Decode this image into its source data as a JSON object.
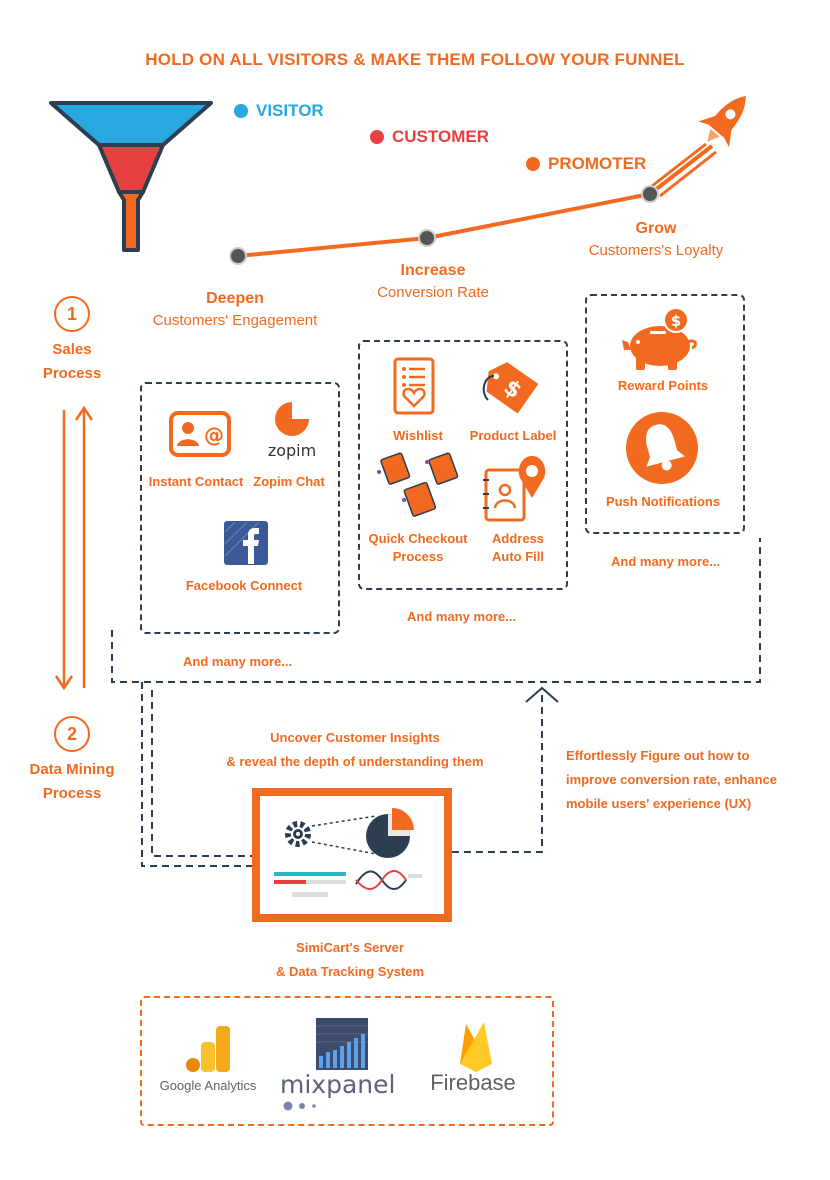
{
  "title": "HOLD ON ALL VISITORS & MAKE THEM FOLLOW YOUR FUNNEL",
  "legend": [
    {
      "label": "VISITOR",
      "color": "#29a8e0"
    },
    {
      "label": "CUSTOMER",
      "color": "#e64141"
    },
    {
      "label": "PROMOTER",
      "color": "#f26a1f"
    }
  ],
  "stages": {
    "deepen": {
      "heading": "Deepen",
      "sub": "Customers' Engagement"
    },
    "increase": {
      "heading": "Increase",
      "sub": "Conversion Rate"
    },
    "grow": {
      "heading": "Grow",
      "sub": "Customers's Loyalty"
    }
  },
  "process": {
    "sales": {
      "number": "1",
      "line1": "Sales",
      "line2": "Process"
    },
    "mining": {
      "number": "2",
      "line1": "Data Mining",
      "line2": "Process"
    }
  },
  "box1": {
    "items": {
      "instant_contact": "Instant Contact",
      "zopim_chat": "Zopim Chat",
      "facebook_connect": "Facebook Connect"
    },
    "zopim_logo": "zopim",
    "more": "And many more..."
  },
  "box2": {
    "items": {
      "wishlist": "Wishlist",
      "product_label": "Product Label",
      "quick_checkout_1": "Quick Checkout",
      "quick_checkout_2": "Process",
      "address_1": "Address",
      "address_2": "Auto Fill"
    },
    "more": "And many more..."
  },
  "box3": {
    "items": {
      "reward_points": "Reward Points",
      "push_notifications": "Push Notifications"
    },
    "more": "And many more..."
  },
  "insights": {
    "line1": "Uncover Customer Insights",
    "line2": "& reveal the depth of understanding them"
  },
  "figure_out": {
    "line1": "Effortlessly Figure out how to",
    "line2": "improve conversion rate, enhance",
    "line3": "mobile users' experience (UX)"
  },
  "server": {
    "line1": "SimiCart's Server",
    "line2": "& Data Tracking System"
  },
  "tools": {
    "google": "Google Analytics",
    "mixpanel": "mixpanel",
    "firebase": "Firebase"
  }
}
